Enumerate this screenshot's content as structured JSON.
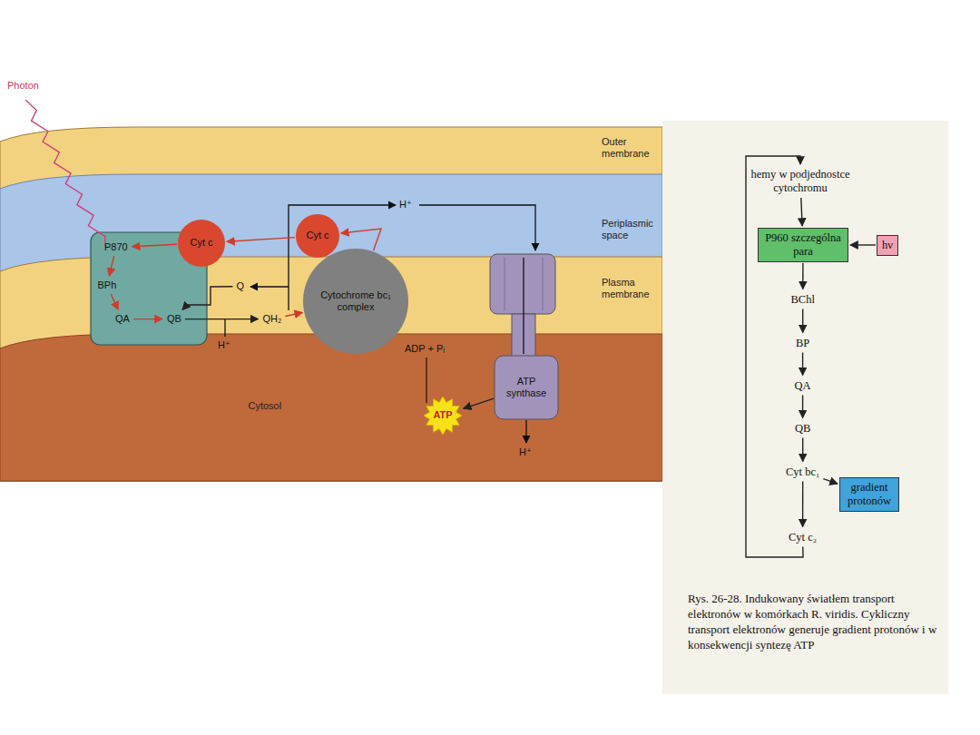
{
  "diagram": {
    "caption": "Rys. 26-28. Indukowany światłem transport elektronów w komórkach R. viridis. Cykliczny transport elektronów generuje gradient protonów i w konsekwencji syntezę ATP",
    "nodes": [
      {
        "text": [
          "Outer membrane"
        ]
      },
      {
        "text": [
          "Periplasmic space"
        ]
      },
      {
        "text": [
          "Plasma membrane"
        ]
      },
      {
        "text": [
          "Cytosol"
        ]
      },
      {
        "text": [
          "P870"
        ]
      },
      {
        "text": [
          "BPh"
        ]
      },
      {
        "text": [
          "QA"
        ]
      },
      {
        "text": [
          "QB"
        ]
      },
      {
        "text": [
          "Cyt c"
        ]
      },
      {
        "text": [
          "Cyt c"
        ]
      },
      {
        "text": [
          "Q"
        ]
      },
      {
        "text": [
          "QH₂"
        ]
      },
      {
        "text": [
          "Cytochrome bc₁ complex"
        ]
      },
      {
        "text": [
          "ATP synthase"
        ]
      },
      {
        "text": [
          "ATP"
        ]
      },
      {
        "text": [
          "hemy w podjednostce cytochromu"
        ]
      },
      {
        "text": [
          "P960 szczególna para"
        ]
      },
      {
        "text": [
          "hν"
        ]
      },
      {
        "text": [
          "BChl"
        ]
      },
      {
        "text": [
          "BP"
        ]
      },
      {
        "text": [
          "QA"
        ]
      },
      {
        "text": [
          "QB"
        ]
      },
      {
        "text": [
          "Cyt bc₁"
        ]
      },
      {
        "text": [
          "gradient protonów"
        ]
      },
      {
        "text": [
          "Cyt c₂"
        ]
      }
    ],
    "edges": [
      {
        "from": 9,
        "to": 8,
        "arrow": "to"
      },
      {
        "from": 8,
        "to": 4,
        "arrow": "to"
      },
      {
        "from": 4,
        "to": 5,
        "arrow": "to"
      },
      {
        "from": 5,
        "to": 6,
        "arrow": "to"
      },
      {
        "from": 6,
        "to": 7,
        "arrow": "to"
      },
      {
        "from": 7,
        "to": 11,
        "arrow": "to"
      },
      {
        "from": 10,
        "to": 7,
        "arrow": "to"
      },
      {
        "from": 11,
        "to": 12,
        "arrow": "to"
      },
      {
        "from": 12,
        "to": 9,
        "arrow": "to"
      },
      {
        "from": 13,
        "to": 14,
        "arrow": "to"
      },
      {
        "from": 15,
        "to": 16,
        "arrow": "to"
      },
      {
        "from": 17,
        "to": 16,
        "arrow": "to"
      },
      {
        "from": 16,
        "to": 18,
        "arrow": "to"
      },
      {
        "from": 18,
        "to": 19,
        "arrow": "to"
      },
      {
        "from": 19,
        "to": 20,
        "arrow": "to"
      },
      {
        "from": 20,
        "to": 21,
        "arrow": "to"
      },
      {
        "from": 21,
        "to": 22,
        "arrow": "to"
      },
      {
        "from": 22,
        "to": 23,
        "arrow": "to"
      },
      {
        "from": 22,
        "to": 24,
        "arrow": "to"
      },
      {
        "from": 24,
        "to": 15,
        "arrow": "to"
      }
    ],
    "labels": [
      "Photon",
      "H⁺",
      "H⁺",
      "ADP + Pᵢ",
      "H⁺"
    ]
  }
}
